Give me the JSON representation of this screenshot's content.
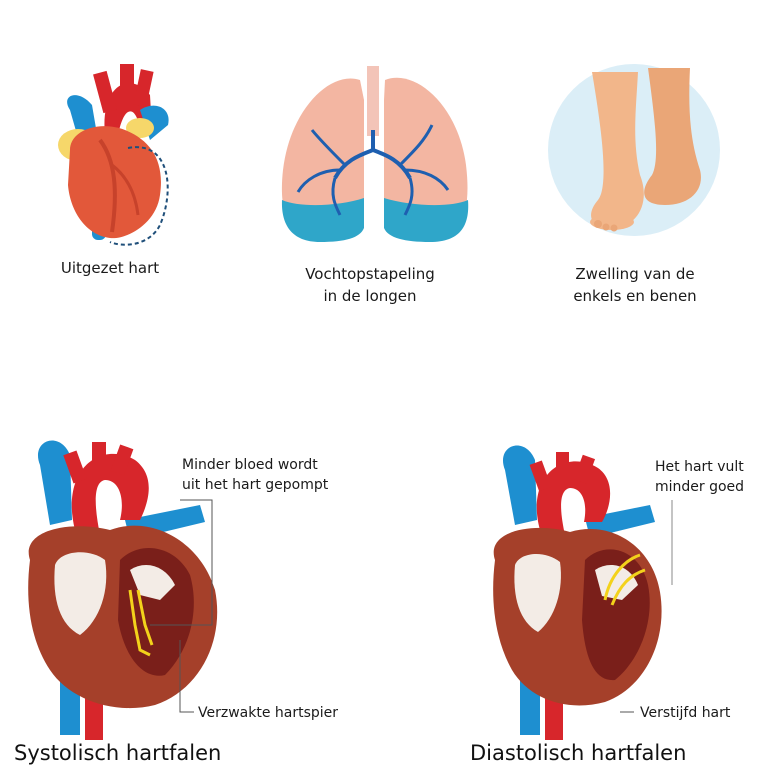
{
  "symptoms": {
    "enlarged_heart": "Uitgezet hart",
    "fluid_lungs_line1": "Vochtopstapeling",
    "fluid_lungs_line2": "in de longen",
    "swelling_line1": "Zwelling van de",
    "swelling_line2": "enkels en benen"
  },
  "systolic": {
    "note_line1": "Minder bloed wordt",
    "note_line2": "uit het hart gepompt",
    "wall_label": "Verzwakte hartspier",
    "title": "Systolisch hartfalen"
  },
  "diastolic": {
    "note_line1": "Het hart vult",
    "note_line2": "minder goed",
    "wall_label": "Verstijfd hart",
    "title": "Diastolisch hartfalen"
  },
  "colors": {
    "artery_red": "#d7262b",
    "vein_blue": "#1e8fd0",
    "heart_body": "#a5402a",
    "lung_pink": "#f3b6a2",
    "fluid_blue": "#2fa6c9",
    "skin": "#f2b68a",
    "arrow_yellow": "#f3d21b"
  }
}
